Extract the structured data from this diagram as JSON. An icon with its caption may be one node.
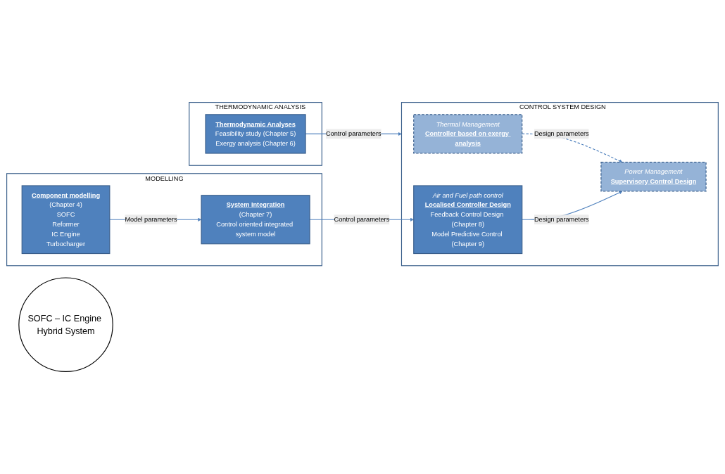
{
  "diagram": {
    "nodes": [
      {
        "text": [
          "MODELLING"
        ]
      },
      {
        "text": [
          "Component modelling",
          "(Chapter 4)",
          "SOFC",
          "Reformer",
          "IC Engine",
          "Turbocharger"
        ],
        "in": 0
      },
      {
        "text": [
          "System Integration",
          "(Chapter 7)",
          "Control oriented integrated system model"
        ],
        "in": 0
      },
      {
        "text": [
          "THERMODYNAMIC ANALYSIS"
        ]
      },
      {
        "text": [
          "Thermodynamic Analyses",
          "Feasibility study (Chapter 5)",
          "Exergy analysis (Chapter 6)"
        ],
        "in": 3
      },
      {
        "text": [
          "CONTROL SYSTEM DESIGN"
        ]
      },
      {
        "text": [
          "Thermal Management",
          "Controller based on exergy analysis"
        ],
        "in": 5
      },
      {
        "text": [
          "Power Management",
          "Supervisory Control Design"
        ],
        "in": 5
      },
      {
        "text": [
          "Air and Fuel path control",
          "Localised Controller Design",
          "Feedback Control Design (Chapter 8)",
          "Model Predictive Control (Chapter 9)"
        ],
        "in": 5
      },
      {
        "text": [
          "SOFC – IC Engine Hybrid System"
        ]
      }
    ],
    "edges": [
      {
        "from": 1,
        "to": 2,
        "arrow": "to",
        "label": "Model parameters"
      },
      {
        "from": 4,
        "to": 5,
        "arrow": "to",
        "label": "Control parameters"
      },
      {
        "from": 2,
        "to": 8,
        "arrow": "to",
        "label": "Control parameters"
      },
      {
        "from": 6,
        "to": 7,
        "arrow": "to",
        "label": "Design parameters",
        "style": "dashed"
      },
      {
        "from": 8,
        "to": 7,
        "arrow": "to",
        "label": "Design parameters"
      }
    ]
  }
}
